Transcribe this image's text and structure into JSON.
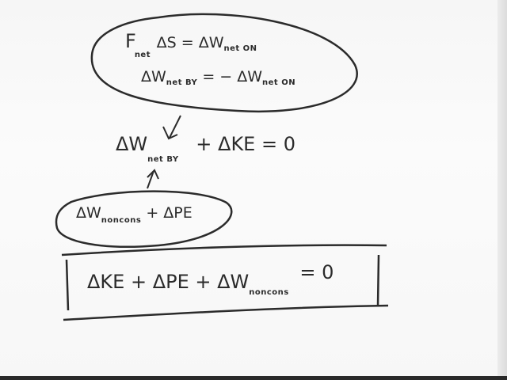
{
  "line1": {
    "F": "F",
    "F_sub": "net",
    "rest": "ΔS = ΔW",
    "sub": "net ON"
  },
  "line2": {
    "main": "ΔW",
    "sub": "net BY",
    "rest": "= − ΔW",
    "sub2": "net ON"
  },
  "line3": {
    "main": "ΔW",
    "sub": "net BY",
    "rest": "+ ΔKE = 0"
  },
  "line4": {
    "main": "ΔW",
    "sub": "noncons",
    "rest": "+ ΔPE"
  },
  "line5": {
    "main": "ΔKE + ΔPE + ΔW",
    "sub": "noncons",
    "rest": "= 0"
  }
}
